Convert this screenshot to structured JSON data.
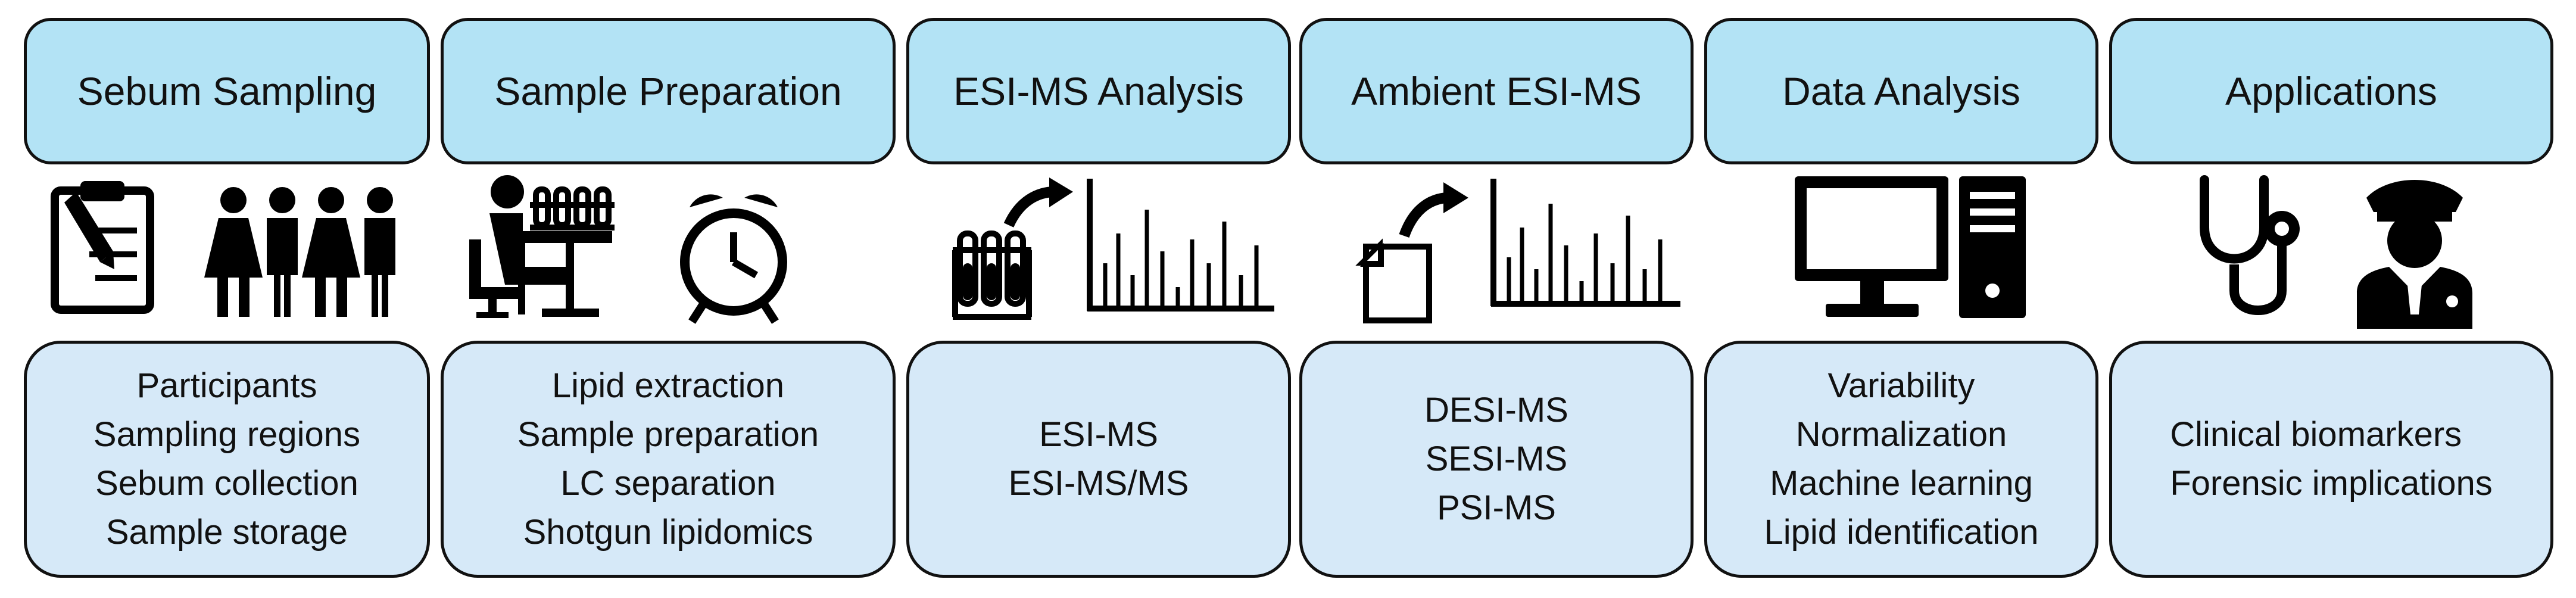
{
  "columns": [
    {
      "title": "Sebum Sampling",
      "icons": [
        "clipboard-pencil-icon",
        "people-group-icon"
      ],
      "items": [
        "Participants",
        "Sampling regions",
        "Sebum collection",
        "Sample storage"
      ]
    },
    {
      "title": "Sample Preparation",
      "icons": [
        "person-at-desk-icon",
        "test-tube-rack-icon",
        "alarm-clock-icon"
      ],
      "items": [
        "Lipid extraction",
        "Sample preparation",
        "LC separation",
        "Shotgun lipidomics"
      ]
    },
    {
      "title": "ESI-MS Analysis",
      "icons": [
        "test-tubes-icon",
        "curved-arrow-icon",
        "mass-spectrum-icon"
      ],
      "items": [
        "ESI-MS",
        "ESI-MS/MS"
      ]
    },
    {
      "title": "Ambient ESI-MS",
      "icons": [
        "surface-sample-icon",
        "curved-arrow-icon",
        "mass-spectrum-icon"
      ],
      "items": [
        "DESI-MS",
        "SESI-MS",
        "PSI-MS"
      ]
    },
    {
      "title": "Data Analysis",
      "icons": [
        "monitor-icon",
        "computer-tower-icon"
      ],
      "items": [
        "Variability",
        "Normalization",
        "Machine learning",
        "Lipid identification"
      ]
    },
    {
      "title": "Applications",
      "icons": [
        "stethoscope-icon",
        "police-officer-icon"
      ],
      "items": [
        "Clinical biomarkers",
        "Forensic implications"
      ]
    }
  ]
}
